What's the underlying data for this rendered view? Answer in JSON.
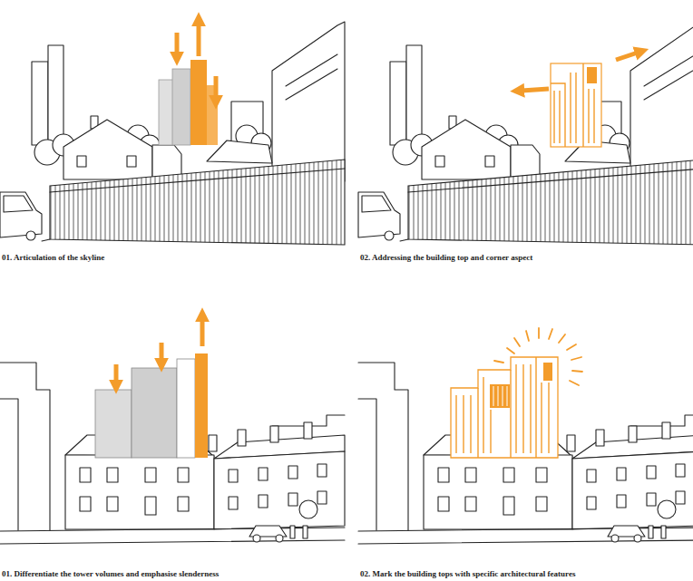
{
  "diagram": {
    "labels": [
      "01. Articulation of the skyline",
      "02. Addressing the building top and corner aspect",
      "01. Differentiate the tower volumes and emphasise slenderness",
      "02. Mark the building tops with specific architectural features"
    ]
  }
}
